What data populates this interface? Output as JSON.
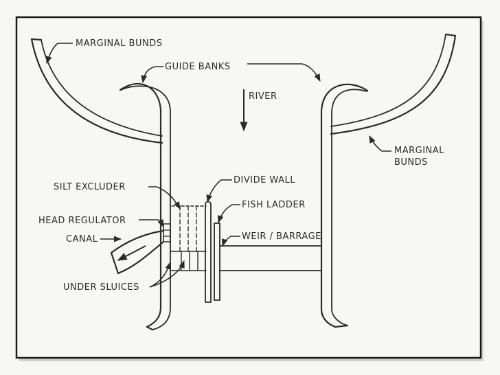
{
  "labels": {
    "marginal_bunds_left": "MARGINAL  BUNDS",
    "guide_banks": "GUIDE  BANKS",
    "river": "RIVER",
    "marginal_bunds_right_line1": "MARGINAL",
    "marginal_bunds_right_line2": "BUNDS",
    "silt_excluder": "SILT  EXCLUDER",
    "divide_wall": "DIVIDE  WALL",
    "fish_ladder": "FISH  LADDER",
    "head_regulator": "HEAD  REGULATOR",
    "canal": "CANAL",
    "weir_barrage": "WEIR / BARRAGE",
    "under_sluices": "UNDER  SLUICES"
  },
  "colors": {
    "ink": "#2a2a2a",
    "frame": "#1a1a1a",
    "paper": "#f7f7f5",
    "shadow": "#c9c9c9"
  }
}
